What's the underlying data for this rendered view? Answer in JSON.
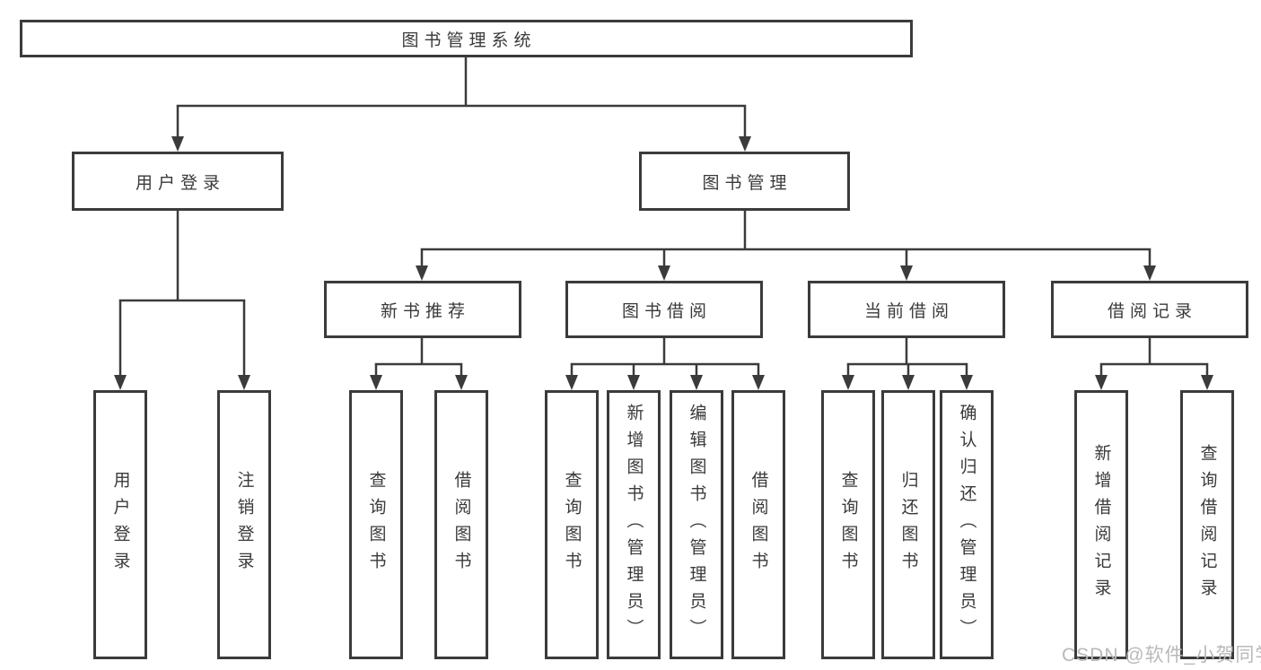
{
  "colors": {
    "border": "#3b3b3b",
    "line": "#3b3b3b",
    "text": "#3a3a3c",
    "watermark": "#b9b9b9",
    "background": "#ffffff"
  },
  "watermark": {
    "text": "CSDN @软件_小贺同学"
  },
  "tree": {
    "root": {
      "label": "图书管理系统"
    },
    "children": [
      {
        "label": "用户登录",
        "children": [
          {
            "label": "用户登录"
          },
          {
            "label": "注销登录"
          }
        ]
      },
      {
        "label": "图书管理",
        "children": [
          {
            "label": "新书推荐",
            "children": [
              {
                "label": "查询图书"
              },
              {
                "label": "借阅图书"
              }
            ]
          },
          {
            "label": "图书借阅",
            "children": [
              {
                "label": "查询图书"
              },
              {
                "label": "新增图书（管理员）"
              },
              {
                "label": "编辑图书（管理员）"
              },
              {
                "label": "借阅图书"
              }
            ]
          },
          {
            "label": "当前借阅",
            "children": [
              {
                "label": "查询图书"
              },
              {
                "label": "归还图书"
              },
              {
                "label": "确认归还（管理员）"
              }
            ]
          },
          {
            "label": "借阅记录",
            "children": [
              {
                "label": "新增借阅记录"
              },
              {
                "label": "查询借阅记录"
              }
            ]
          }
        ]
      }
    ]
  }
}
